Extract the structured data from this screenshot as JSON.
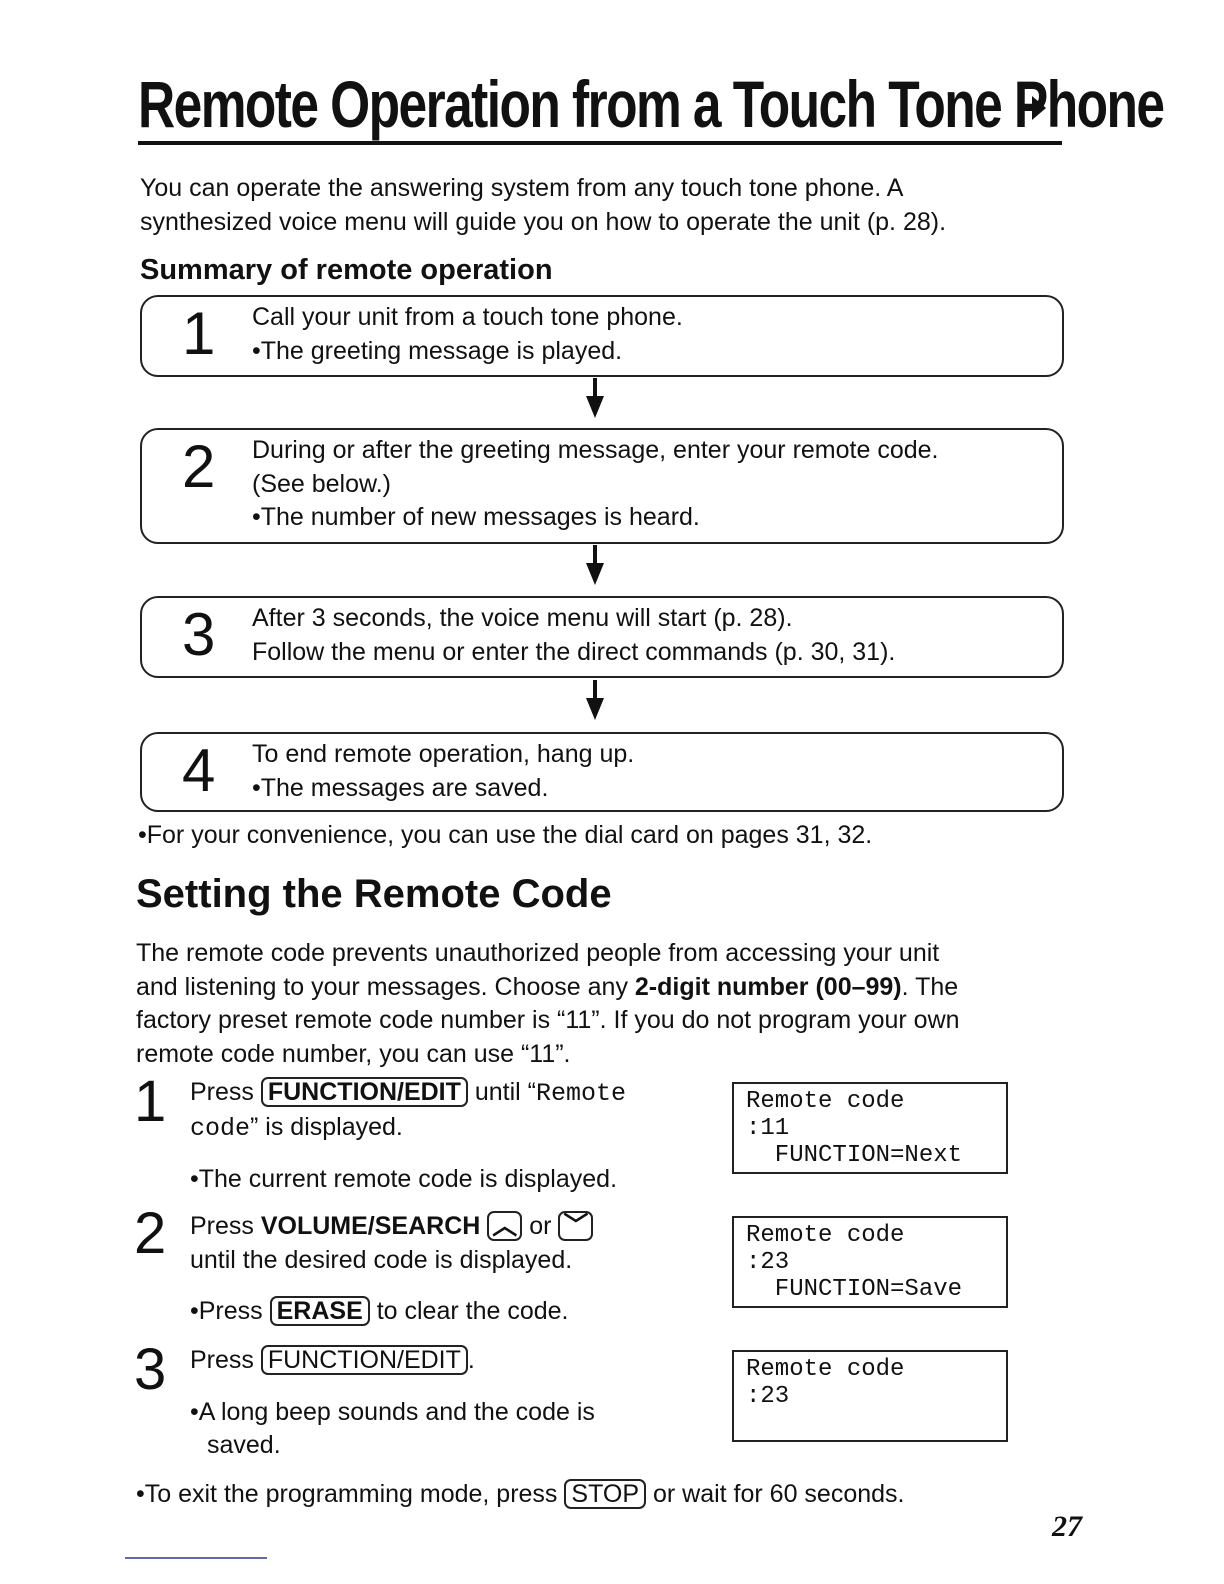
{
  "title": "Remote Operation from a Touch Tone Phone",
  "intro": [
    "You can operate the answering system from any touch tone phone. A",
    "synthesized voice menu will guide you on how to operate the unit (p. 28)."
  ],
  "summary_heading": "Summary of remote operation",
  "summary_steps": [
    {
      "num": "1",
      "lines": [
        "Call your unit from a touch tone phone.",
        "•The greeting message is played."
      ]
    },
    {
      "num": "2",
      "lines": [
        "During or after the greeting message, enter your remote code.",
        "(See below.)",
        "•The number of new messages is heard."
      ]
    },
    {
      "num": "3",
      "lines": [
        "After 3 seconds, the voice menu will start (p. 28).",
        "Follow the menu or enter the direct commands (p. 30, 31)."
      ]
    },
    {
      "num": "4",
      "lines": [
        "To end remote operation, hang up.",
        "•The messages are saved."
      ]
    }
  ],
  "convenience_note": "•For your convenience, you can use the dial card on pages 31, 32.",
  "section_heading": "Setting the Remote Code",
  "section_para": {
    "l1": "The remote code prevents unauthorized people from accessing your unit",
    "l2a": "and listening to your messages. Choose any ",
    "l2b": "2-digit number (00–99)",
    "l2c": ". The",
    "l3": "factory preset remote code number is “11”. If you do not program your own",
    "l4": "remote code number, you can use “11”."
  },
  "steps": {
    "s1": {
      "num": "1",
      "press": "Press ",
      "key": "FUNCTION/EDIT",
      "until": " until “",
      "mono1": "Remote",
      "mono2": "code",
      "rest": "” is displayed.",
      "bullet": "•The current remote code is displayed."
    },
    "s2": {
      "num": "2",
      "press": "Press ",
      "bold": "VOLUME/SEARCH",
      "or": " or ",
      "line2": "until the desired code is displayed.",
      "bullet_a": "•Press ",
      "key": "ERASE",
      "bullet_b": " to clear the code."
    },
    "s3": {
      "num": "3",
      "press": "Press ",
      "key": "FUNCTION/EDIT",
      "dot": ".",
      "bullet1": "•A long beep sounds and the code is",
      "bullet2": "saved."
    }
  },
  "lcds": [
    "Remote code\n:11\n  FUNCTION=Next",
    "Remote code\n:23\n  FUNCTION=Save",
    "Remote code\n:23"
  ],
  "exit_note": {
    "a": "•To exit the programming mode, press ",
    "key": "STOP",
    "b": " or wait for 60 seconds."
  },
  "page_number": "27"
}
